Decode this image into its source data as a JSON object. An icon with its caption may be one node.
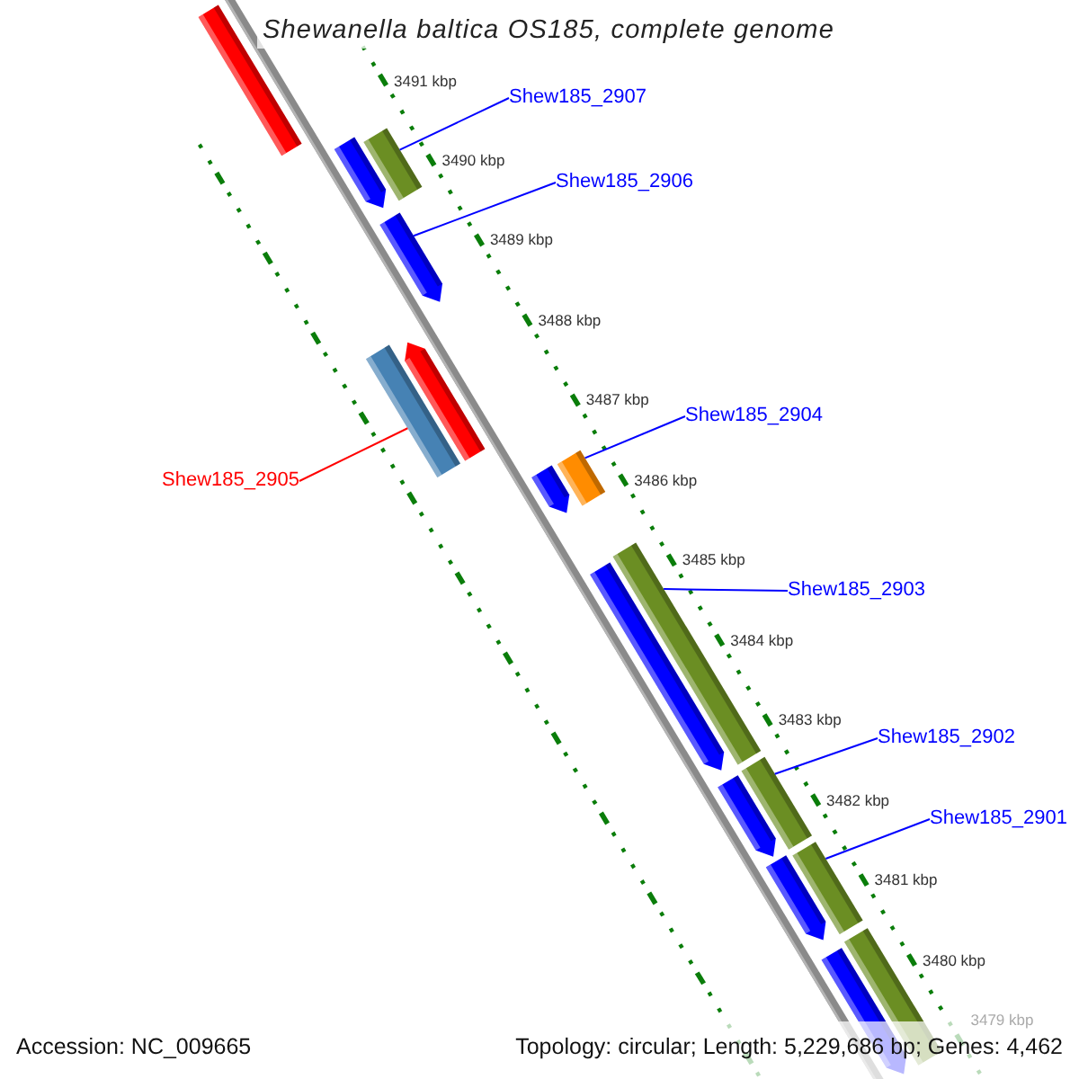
{
  "diagram": {
    "title": "Shewanella baltica OS185, complete genome",
    "nodes": [
      {
        "text": [
          "Shew185_2907"
        ]
      },
      {
        "text": [
          "Shew185_2906"
        ]
      },
      {
        "text": [
          "Shew185_2905"
        ]
      },
      {
        "text": [
          "Shew185_2904"
        ]
      },
      {
        "text": [
          "Shew185_2903"
        ]
      },
      {
        "text": [
          "Shew185_2902"
        ]
      },
      {
        "text": [
          "Shew185_2901"
        ]
      },
      {
        "text": [],
        "shape": "bar"
      },
      {
        "text": [],
        "shape": "arrow"
      },
      {
        "text": [],
        "shape": "bar"
      },
      {
        "text": [],
        "shape": "arrow"
      },
      {
        "text": [],
        "shape": "bar"
      },
      {
        "text": [],
        "shape": "arrow"
      },
      {
        "text": [],
        "shape": "arrow"
      },
      {
        "text": [],
        "shape": "bar"
      },
      {
        "text": [],
        "shape": "arrow"
      },
      {
        "text": [],
        "shape": "bar"
      },
      {
        "text": [],
        "shape": "arrow"
      },
      {
        "text": [],
        "shape": "bar"
      },
      {
        "text": [],
        "shape": "arrow"
      },
      {
        "text": [],
        "shape": "bar"
      },
      {
        "text": [],
        "shape": "arrow"
      },
      {
        "text": [],
        "shape": "bar"
      }
    ],
    "edges": [
      {
        "from": 0,
        "to": 9,
        "arrow": "none"
      },
      {
        "from": 1,
        "to": 10,
        "arrow": "none"
      },
      {
        "from": 2,
        "to": 11,
        "arrow": "none",
        "color": "#ff0000"
      },
      {
        "from": 3,
        "to": 14,
        "arrow": "none"
      },
      {
        "from": 4,
        "to": 16,
        "arrow": "none"
      },
      {
        "from": 5,
        "to": 18,
        "arrow": "none"
      },
      {
        "from": 6,
        "to": 20,
        "arrow": "none"
      }
    ],
    "labels": [
      "3491 kbp",
      "3490 kbp",
      "3489 kbp",
      "3488 kbp",
      "3487 kbp",
      "3486 kbp",
      "3485 kbp",
      "3484 kbp",
      "3483 kbp",
      "3482 kbp",
      "3481 kbp",
      "3480 kbp",
      "3479 kbp",
      "Accession: NC_009665",
      "Topology: circular; Length: 5,229,686 bp; Genes: 4,462"
    ]
  }
}
